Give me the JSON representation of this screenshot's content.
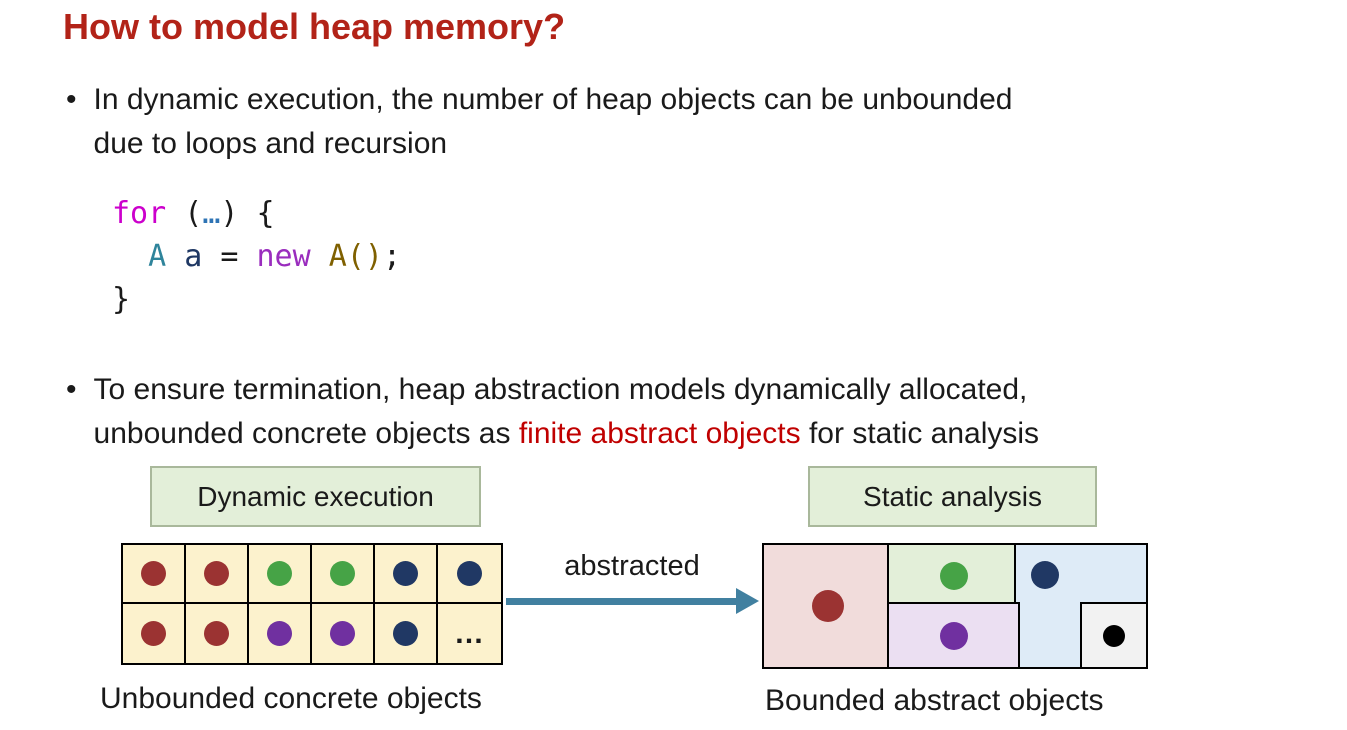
{
  "colors": {
    "title_red": "#B22318",
    "highlight_red": "#C00000",
    "body_text": "#1A1A1A",
    "arrow_blue": "#4180A0"
  },
  "title": "How to model heap memory?",
  "bullet_char": "•",
  "bullet1": {
    "line1": "In dynamic execution, the number of heap objects can be unbounded",
    "line2": "due to loops and recursion"
  },
  "code": {
    "lines": [
      {
        "tokens": [
          {
            "text": "for",
            "color": "#CC00CC"
          },
          {
            "text": " (",
            "color": "#1A1A1A"
          },
          {
            "text": "…",
            "color": "#2E74B5"
          },
          {
            "text": ") {",
            "color": "#1A1A1A"
          }
        ]
      },
      {
        "tokens": [
          {
            "text": "  ",
            "color": "#1A1A1A"
          },
          {
            "text": "A",
            "color": "#2F849B"
          },
          {
            "text": " ",
            "color": "#1A1A1A"
          },
          {
            "text": "a",
            "color": "#1F3864"
          },
          {
            "text": " = ",
            "color": "#1A1A1A"
          },
          {
            "text": "new",
            "color": "#9A2DBE"
          },
          {
            "text": " ",
            "color": "#1A1A1A"
          },
          {
            "text": "A()",
            "color": "#7F6000"
          },
          {
            "text": ";",
            "color": "#1A1A1A"
          }
        ]
      },
      {
        "tokens": [
          {
            "text": "}",
            "color": "#1A1A1A"
          }
        ]
      }
    ]
  },
  "bullet2": {
    "line1": "To ensure termination, heap abstraction models dynamically allocated,",
    "line2_pre": "unbounded concrete objects as ",
    "line2_highlight": "finite abstract objects",
    "line2_post": " for static analysis"
  },
  "diagram": {
    "dynamic_label": "Dynamic execution",
    "static_label": "Static analysis",
    "arrow_label": "abstracted",
    "concrete_caption": "Unbounded concrete objects",
    "abstract_caption": "Bounded abstract objects",
    "label_box_fill": "#E3EFD9",
    "label_box_border": "#A9B89B",
    "dot_colors": {
      "darkred": "#9B3332",
      "green": "#46A346",
      "navy": "#203864",
      "purple": "#7030A0",
      "black": "#000000"
    },
    "concrete_grid": {
      "cell_fill": "#FCF2CD",
      "ellipsis_text": "…",
      "rows": [
        [
          "darkred",
          "darkred",
          "green",
          "green",
          "navy",
          "navy"
        ],
        [
          "darkred",
          "darkred",
          "purple",
          "purple",
          "navy",
          "ellipsis"
        ]
      ]
    },
    "abstract_cells": {
      "red": {
        "fill": "#F1DCDB",
        "dot": "darkred"
      },
      "green": {
        "fill": "#E3EFD9",
        "dot": "green"
      },
      "purple": {
        "fill": "#EBDFF2",
        "dot": "purple"
      },
      "blue": {
        "fill": "#DEEBF7",
        "dot": "navy"
      },
      "gray": {
        "fill": "#F2F2F2",
        "dot": "black"
      }
    }
  }
}
